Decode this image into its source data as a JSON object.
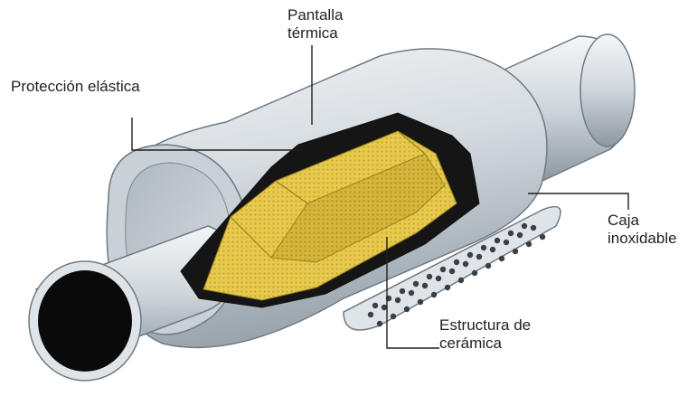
{
  "labels": {
    "pantalla_termica": [
      "Pantalla",
      "térmica"
    ],
    "proteccion_elastica": "Protección elástica",
    "caja_inoxidable": [
      "Caja",
      "inoxidable"
    ],
    "estructura_ceramica": [
      "Estructura de",
      "cerámica"
    ]
  },
  "colors": {
    "shell_light": "#e7ebee",
    "shell_mid": "#b9c2c9",
    "shell_dark": "#8f9aa3",
    "ceramic": "#e6c84a",
    "ceramic_dark": "#c9a92e",
    "insulation": "#151515",
    "leader": "#231f20"
  }
}
